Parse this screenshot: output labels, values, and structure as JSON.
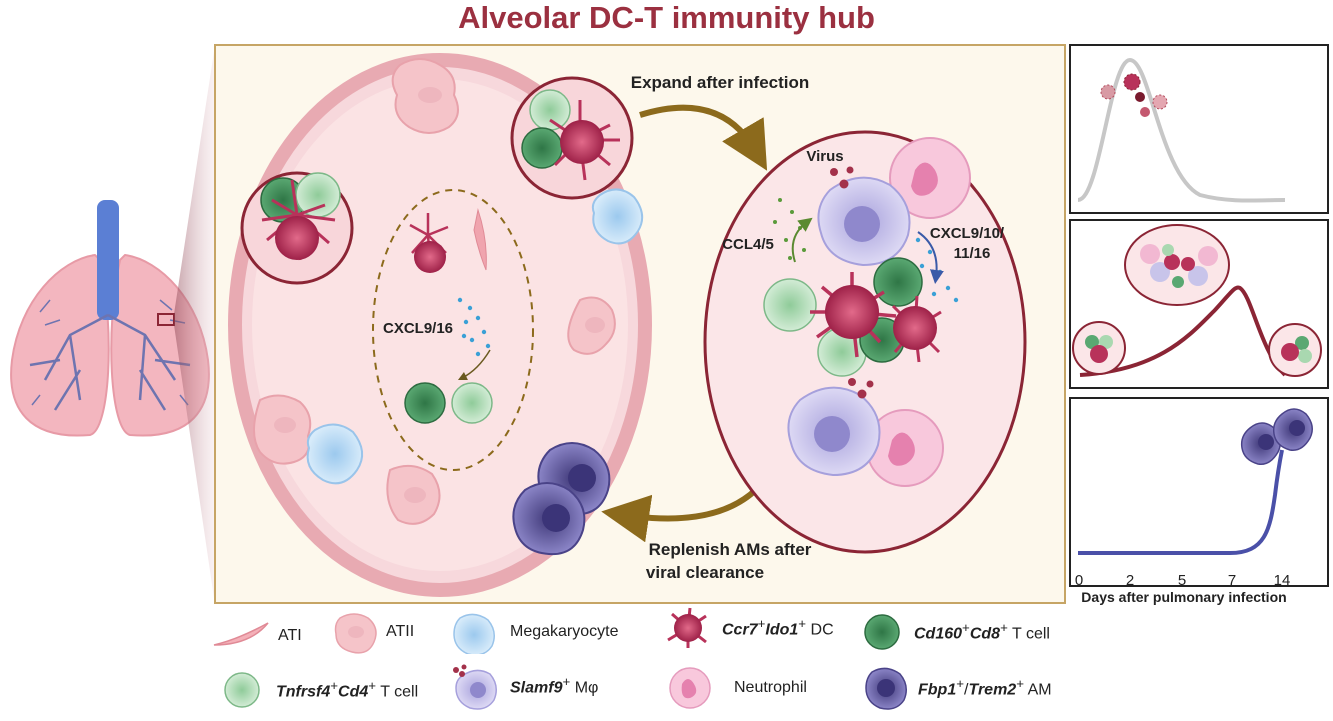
{
  "title": "Alveolar DC-T immunity hub",
  "main": {
    "expand_label": "Expand after infection",
    "replenish_label_line1": "Replenish AMs after",
    "replenish_label_line2": "viral clearance",
    "resting_chemokine": "CXCL9/16",
    "virus_label": "Virus",
    "ccl_label": "CCL4/5",
    "cxcl_label_line1": "CXCL9/10/",
    "cxcl_label_line2": "11/16"
  },
  "timeline": {
    "x_ticks": [
      "0",
      "2",
      "5",
      "7",
      "14"
    ],
    "xlabel": "Days after pulmonary infection"
  },
  "legend": [
    {
      "icon": "ati-cell-icon",
      "label": "ATI"
    },
    {
      "icon": "atii-cell-icon",
      "label": "ATII"
    },
    {
      "icon": "megakaryocyte-icon",
      "label": "Megakaryocyte"
    },
    {
      "icon": "dendritic-cell-icon",
      "label_italic": "Ccr7",
      "label_sup1": "+",
      "label_italic2": "Ido1",
      "label_sup2": "+",
      "label_rest": " DC"
    },
    {
      "icon": "cd8-t-cell-icon",
      "label_italic": "Cd160",
      "label_sup1": "+",
      "label_italic2": "Cd8",
      "label_sup2": "+",
      "label_rest": " T cell"
    },
    {
      "icon": "cd4-t-cell-icon",
      "label_italic": "Tnfrsf4",
      "label_sup1": "+",
      "label_italic2": "Cd4",
      "label_sup2": "+",
      "label_rest": " T cell"
    },
    {
      "icon": "macrophage-icon",
      "label_italic": "Slamf9",
      "label_sup1": "+",
      "label_rest": " Mφ"
    },
    {
      "icon": "neutrophil-icon",
      "label": "Neutrophil"
    },
    {
      "icon": "alveolar-macrophage-icon",
      "label_italic": "Fbp1",
      "label_sup1": "+",
      "label_slash": "/",
      "label_italic2": "Trem2",
      "label_sup2": "+",
      "label_rest": " AM"
    }
  ],
  "colors": {
    "title": "#9b3040",
    "dc": "#b8325a",
    "cd8": "#3a8a55",
    "cd4": "#a9d8b0",
    "macrophage": "#c8c4ea",
    "neutrophil": "#f2b8d2",
    "am": "#6a62a8",
    "hub_border": "#8b2535",
    "arrow": "#8c6a1c"
  }
}
